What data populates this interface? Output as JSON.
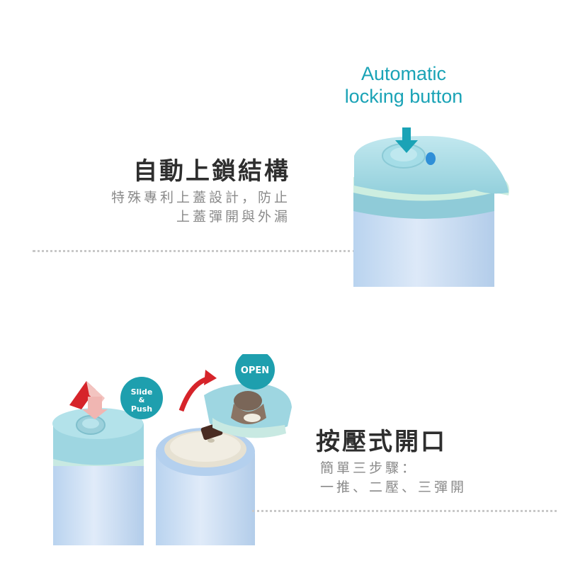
{
  "section1": {
    "title": "自動上鎖結構",
    "desc_line1": "特殊專利上蓋設計，防止",
    "desc_line2": "上蓋彈開與外漏",
    "callout_line1": "Automatic",
    "callout_line2": "locking button"
  },
  "section2": {
    "title": "按壓式開口",
    "desc_line1": "簡單三步驟：",
    "desc_line2": "一推、二壓、三彈開",
    "badge_slide": "Slide",
    "badge_amp": "&",
    "badge_push": "Push",
    "badge_open": "OPEN"
  },
  "colors": {
    "accent": "#1aa3b6",
    "teal_badge": "#1e9fae",
    "lid": "#a9dde6",
    "ring": "#cdeee0",
    "bottle": "#c6dbf2",
    "arrow_red": "#d6242a"
  }
}
